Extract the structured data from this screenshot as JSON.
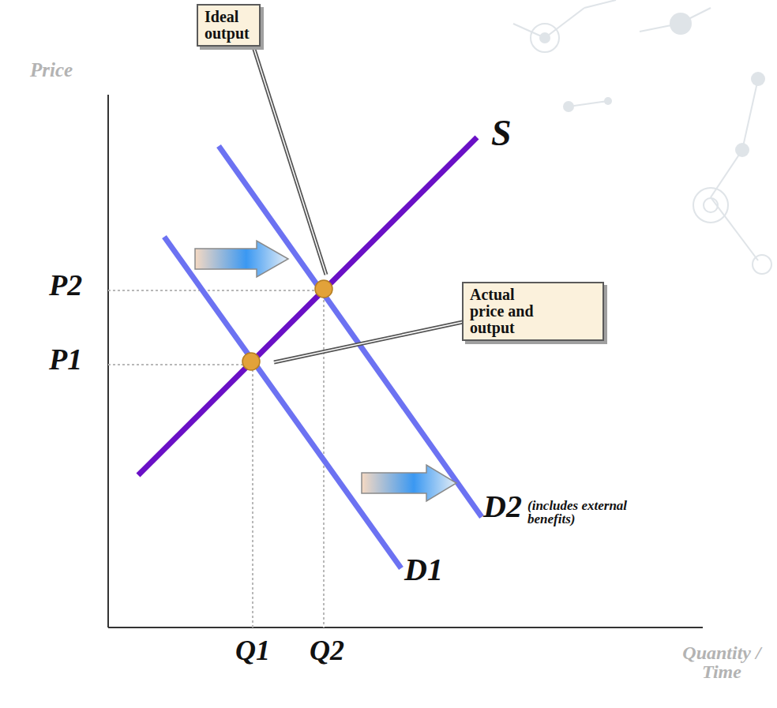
{
  "diagram": {
    "nodes": [
      {
        "text": [
          "Ideal output"
        ]
      },
      {
        "text": [
          "Actual price and output"
        ]
      }
    ],
    "labels": [
      "Price",
      "S",
      "P2",
      "P1",
      "D2",
      "(includes external benefits)",
      "D1",
      "Q1",
      "Q2",
      "Quantity / Time"
    ]
  }
}
